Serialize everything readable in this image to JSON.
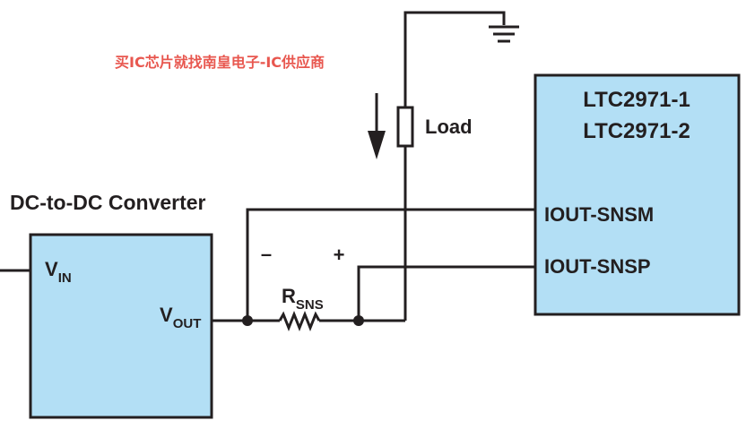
{
  "watermark": "买IC芯片就找南皇电子-IC供应商",
  "converter": {
    "title": "DC-to-DC Converter",
    "vin": {
      "main": "V",
      "sub": "IN"
    },
    "vout": {
      "main": "V",
      "sub": "OUT"
    }
  },
  "ic": {
    "name_line1": "LTC2971-1",
    "name_line2": "LTC2971-2",
    "pin_snsm": "IOUT-SNSM",
    "pin_snsp": "IOUT-SNSP"
  },
  "load": {
    "label": "Load"
  },
  "resistor": {
    "main": "R",
    "sub": "SNS"
  },
  "polarity": {
    "minus": "–",
    "plus": "+"
  },
  "colors": {
    "block_fill": "#b3dff5",
    "wire": "#231f20",
    "watermark": "#e8574f"
  }
}
